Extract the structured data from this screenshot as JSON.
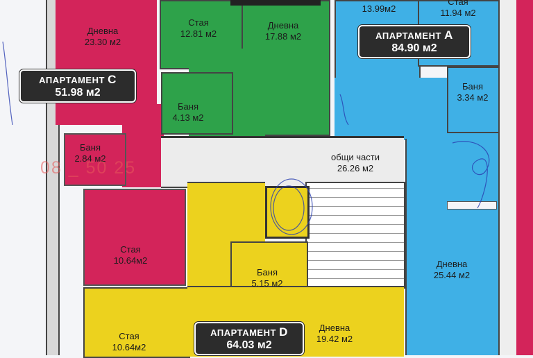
{
  "apartments": {
    "A": {
      "title_prefix": "АПАРТАМЕНТ",
      "letter": "A",
      "area": "84.90 м2",
      "color": "#3fb0e6"
    },
    "C": {
      "title_prefix": "АПАРТАМЕНТ",
      "letter": "C",
      "area": "51.98 м2",
      "color": "#d3245a"
    },
    "D": {
      "title_prefix": "АПАРТАМЕНТ",
      "letter": "D",
      "area": "64.03 м2",
      "color": "#ecd21e"
    },
    "B": {
      "color": "#2ea24a"
    }
  },
  "rooms": {
    "c_living": {
      "name": "Дневна",
      "area": "23.30 м2"
    },
    "c_bath": {
      "name": "Баня",
      "area": "2.84 м2"
    },
    "c_room": {
      "name": "Стая",
      "area": "10.64м2"
    },
    "b_room": {
      "name": "Стая",
      "area": "12.81 м2"
    },
    "b_living": {
      "name": "Дневна",
      "area": "17.88 м2"
    },
    "b_bath": {
      "name": "Баня",
      "area": "4.13 м2"
    },
    "a_room1": {
      "area": "13.99м2"
    },
    "a_room2": {
      "name": "Стая",
      "area": "11.94 м2"
    },
    "a_bath": {
      "name": "Баня",
      "area": "3.34 м2"
    },
    "a_living": {
      "name": "Дневна",
      "area": "25.44 м2"
    },
    "common": {
      "name": "общи части",
      "area": "26.26 м2"
    },
    "d_bath": {
      "name": "Баня",
      "area": "5.15 м2"
    },
    "d_room": {
      "name": "Стая",
      "area": "10.64м2"
    },
    "d_living": {
      "name": "Дневна",
      "area": "19.42 м2"
    }
  },
  "watermark": {
    "phone": "08 _ 50 25"
  }
}
